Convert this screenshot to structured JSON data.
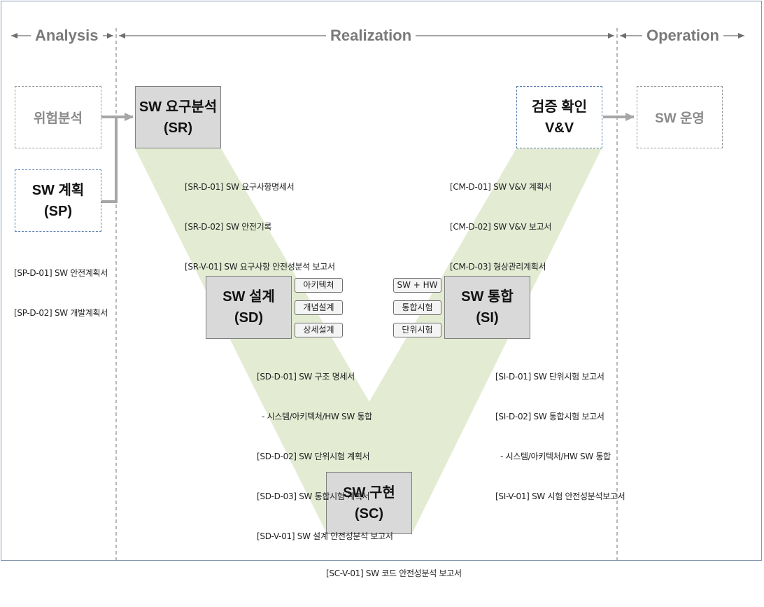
{
  "phases": {
    "analysis": "Analysis",
    "realization": "Realization",
    "operation": "Operation"
  },
  "boxes": {
    "hazard_analysis": "위험분석",
    "sp_line1": "SW 계획",
    "sp_line2": "(SP)",
    "sr_line1": "SW 요구분석",
    "sr_line2": "(SR)",
    "sd_line1": "SW 설계",
    "sd_line2": "(SD)",
    "sc_line1": "SW 구현",
    "sc_line2": "(SC)",
    "si_line1": "SW 통합",
    "si_line2": "(SI)",
    "vv_line1": "검증 확인",
    "vv_line2": "V&V",
    "operation": "SW 운영"
  },
  "tags": {
    "sd": [
      "아키텍처",
      "개념설계",
      "상세설계"
    ],
    "si": [
      "SW + HW",
      "통합시험",
      "단위시험"
    ]
  },
  "notes": {
    "sp": [
      "[SP-D-01] SW 안전계획서",
      "[SP-D-02] SW 개발계획서"
    ],
    "sr": [
      "[SR-D-01] SW 요구사항명세서",
      "[SR-D-02] SW 안전기록",
      "[SR-V-01] SW 요구사항 안전성분석 보고서"
    ],
    "cm": [
      "[CM-D-01] SW V&V 계획서",
      "[CM-D-02] SW V&V 보고서",
      "[CM-D-03] 형상관리계획서"
    ],
    "sd": [
      "[SD-D-01] SW 구조 명세서",
      "  - 시스템/아키텍처/HW SW 통합",
      "[SD-D-02] SW 단위시험 계획서",
      "[SD-D-03] SW 통합시험 계획서",
      "[SD-V-01] SW 설계 안전성분석 보고서"
    ],
    "si": [
      "[SI-D-01] SW 단위시험 보고서",
      "[SI-D-02] SW 통합시험 보고서",
      "  - 시스템/아키텍처/HW SW 통합",
      "[SI-V-01] SW 시험 안전성분석보고서"
    ],
    "sc": [
      "[SC-V-01] SW 코드 안전성분석 보고서"
    ]
  },
  "colors": {
    "v_band": "#e3ecd3",
    "box_gray": "#d9d9d9",
    "box_border_blue": "#5b7bb0",
    "arrow_gray": "#a6a6a6"
  }
}
